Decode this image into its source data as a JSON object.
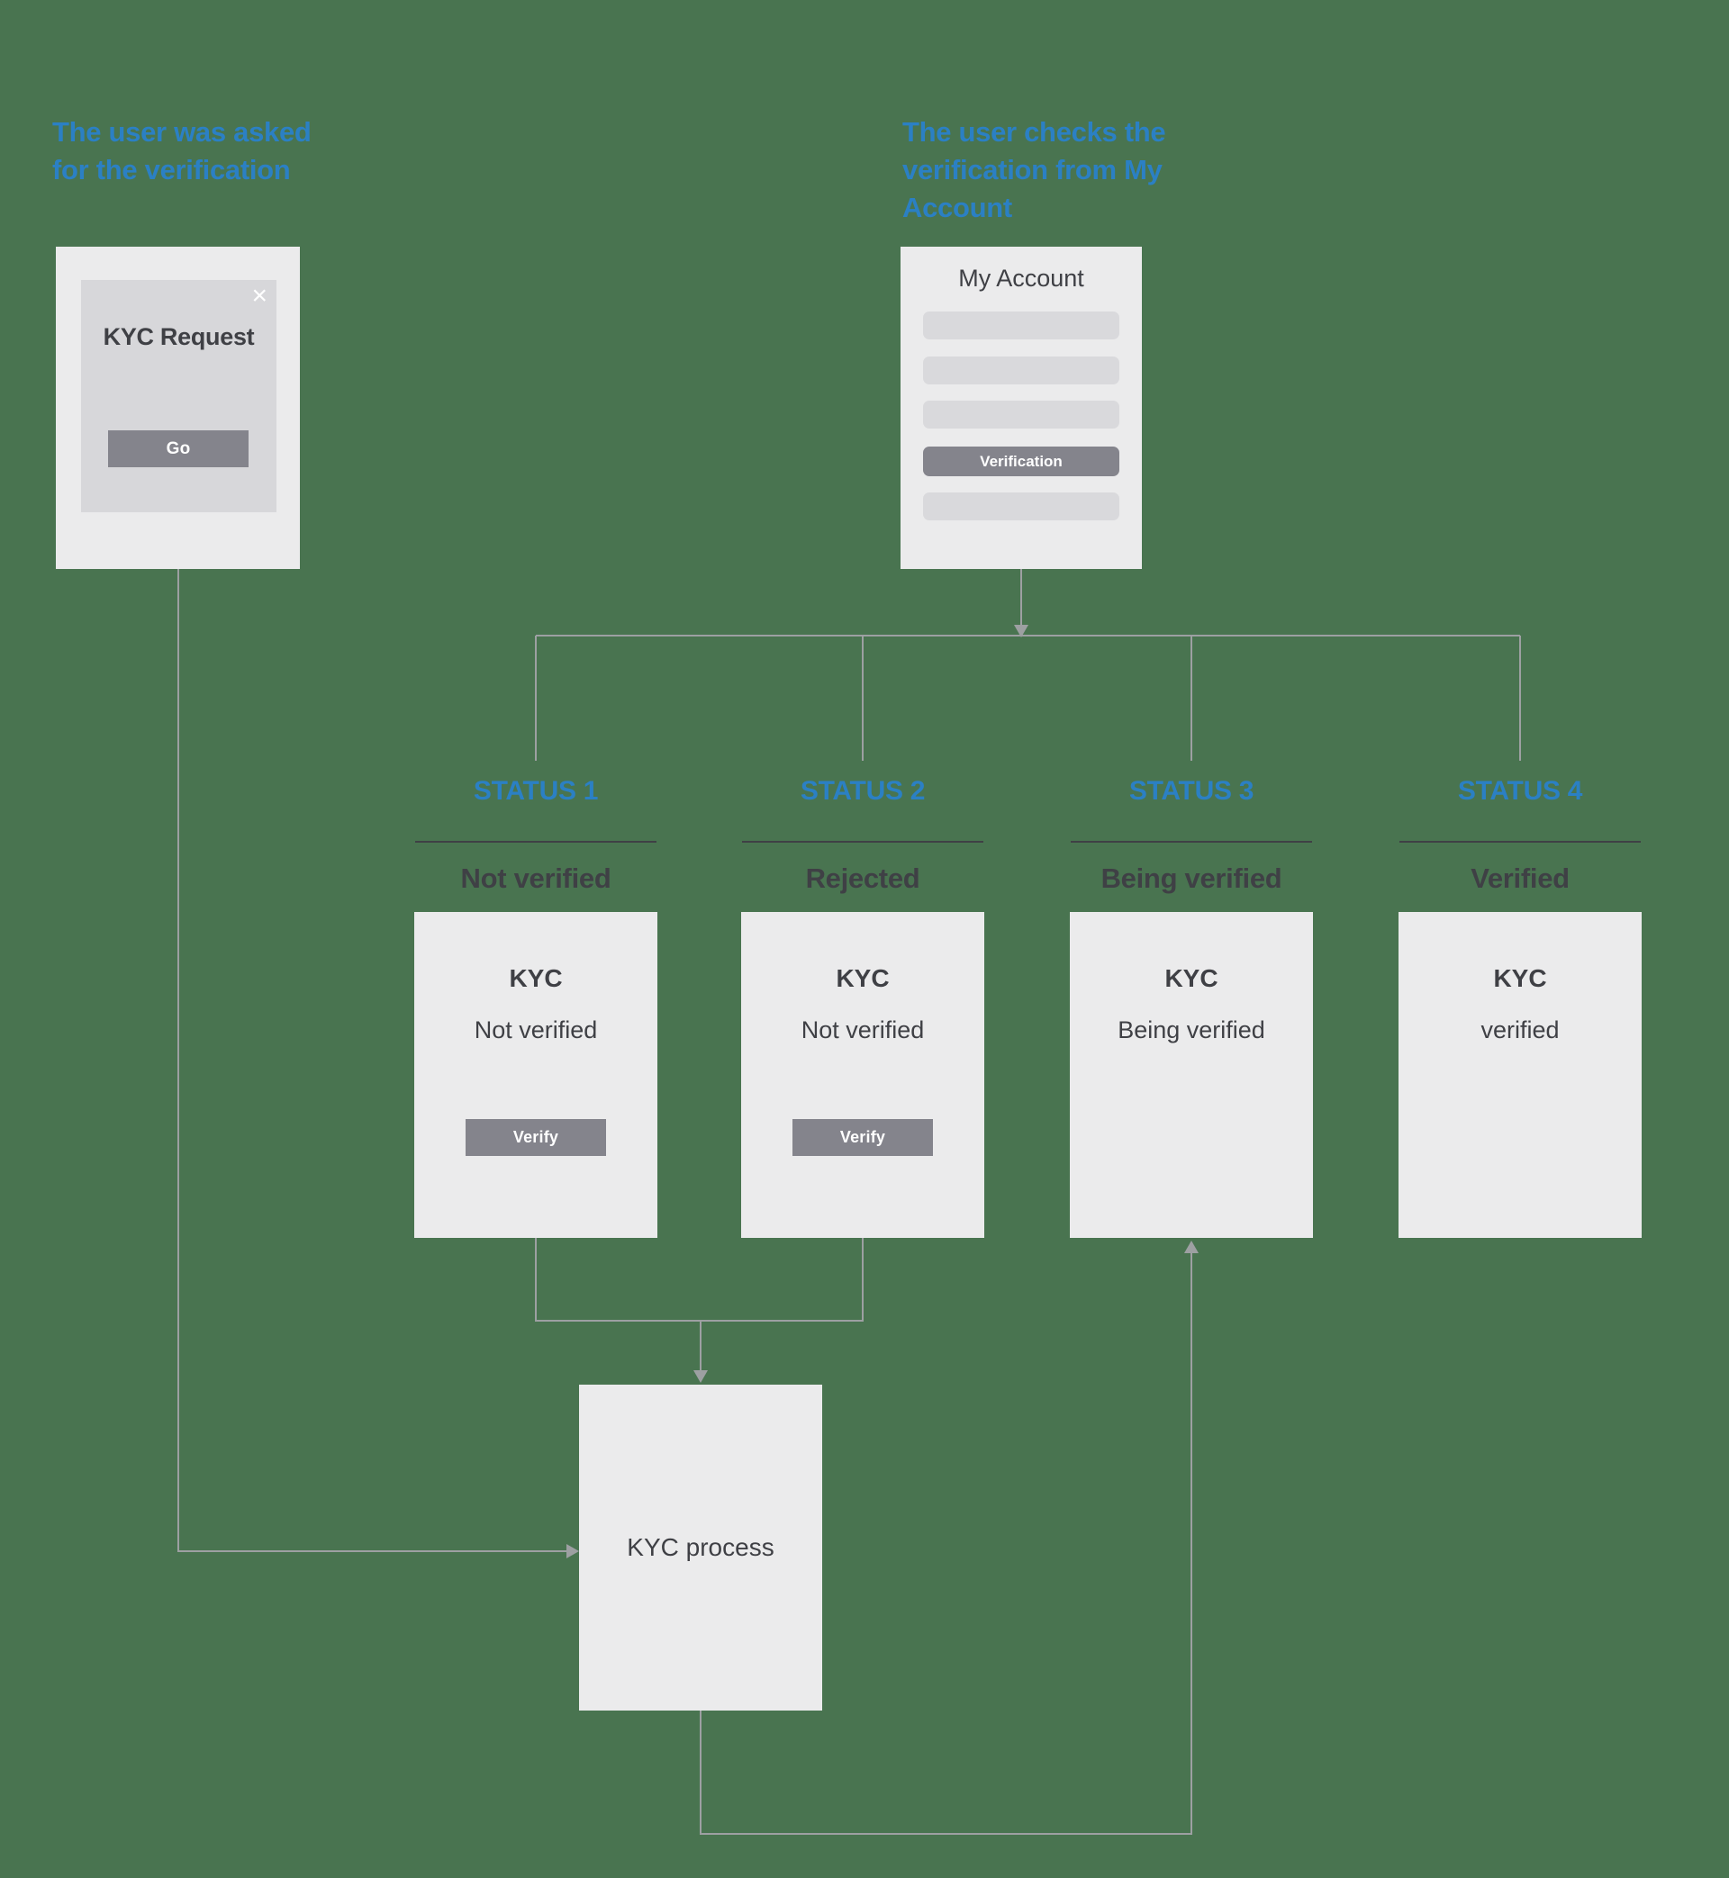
{
  "colors": {
    "background": "#497450",
    "card": "#EBEBEC",
    "modal": "#D7D7DA",
    "menu_bar": "#D9D9DC",
    "button": "#84848C",
    "text_dark": "#3F4045",
    "accent_blue": "#2B80C4",
    "connector_line": "#9DA0A2",
    "white": "#FFFFFF"
  },
  "annotations": {
    "left": "The user was asked for the verification",
    "right": "The user checks the verification from My Account"
  },
  "kyc_request": {
    "title": "KYC Request",
    "go_label": "Go",
    "close_icon": "×"
  },
  "my_account": {
    "title": "My Account",
    "verification_label": "Verification"
  },
  "statuses": [
    {
      "id": "STATUS 1",
      "heading": "Not verified",
      "card_title": "KYC",
      "card_status": "Not verified",
      "button": "Verify"
    },
    {
      "id": "STATUS 2",
      "heading": "Rejected",
      "card_title": "KYC",
      "card_status": "Not verified",
      "button": "Verify"
    },
    {
      "id": "STATUS 3",
      "heading": "Being verified",
      "card_title": "KYC",
      "card_status": "Being verified",
      "button": null
    },
    {
      "id": "STATUS 4",
      "heading": "Verified",
      "card_title": "KYC",
      "card_status": "verified",
      "button": null
    }
  ],
  "process_box": {
    "label": "KYC process"
  }
}
